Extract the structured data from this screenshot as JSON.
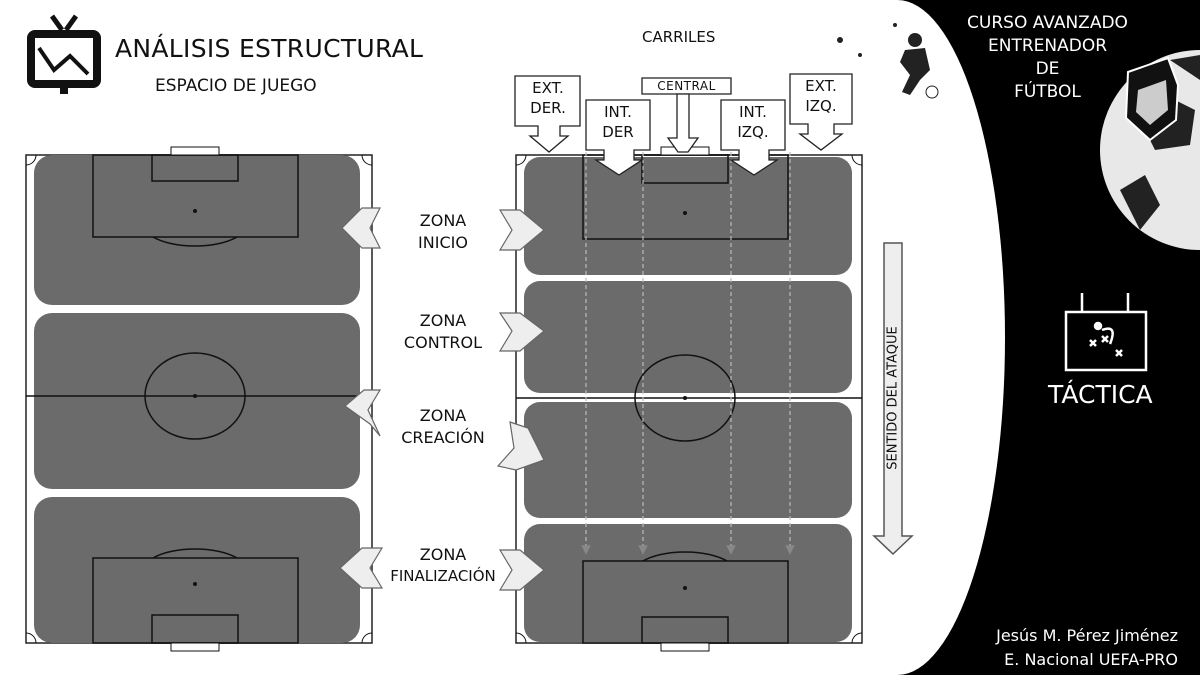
{
  "header": {
    "title": "ANÁLISIS ESTRUCTURAL",
    "subtitle": "ESPACIO DE JUEGO"
  },
  "lanes": {
    "heading": "CARRILES",
    "items": [
      {
        "line1": "EXT.",
        "line2": "DER."
      },
      {
        "line1": "INT.",
        "line2": "DER"
      },
      {
        "line1": "CENTRAL",
        "line2": ""
      },
      {
        "line1": "INT.",
        "line2": "IZQ."
      },
      {
        "line1": "EXT.",
        "line2": "IZQ."
      }
    ]
  },
  "zones": [
    {
      "line1": "ZONA",
      "line2": "INICIO"
    },
    {
      "line1": "ZONA",
      "line2": "CONTROL"
    },
    {
      "line1": "ZONA",
      "line2": "CREACIÓN"
    },
    {
      "line1": "ZONA",
      "line2": "FINALIZACIÓN"
    }
  ],
  "attack_direction": "SENTIDO DEL ATAQUE",
  "sidebar": {
    "course": [
      "CURSO  AVANZADO",
      "ENTRENADOR",
      "DE",
      "FÚTBOL"
    ],
    "section": "TÁCTICA"
  },
  "author": {
    "name": "Jesús M. Pérez Jiménez",
    "credential": "E. Nacional UEFA-PRO"
  },
  "colors": {
    "zone_fill": "#6b6b6b",
    "background": "#000000",
    "panel": "#ffffff"
  }
}
